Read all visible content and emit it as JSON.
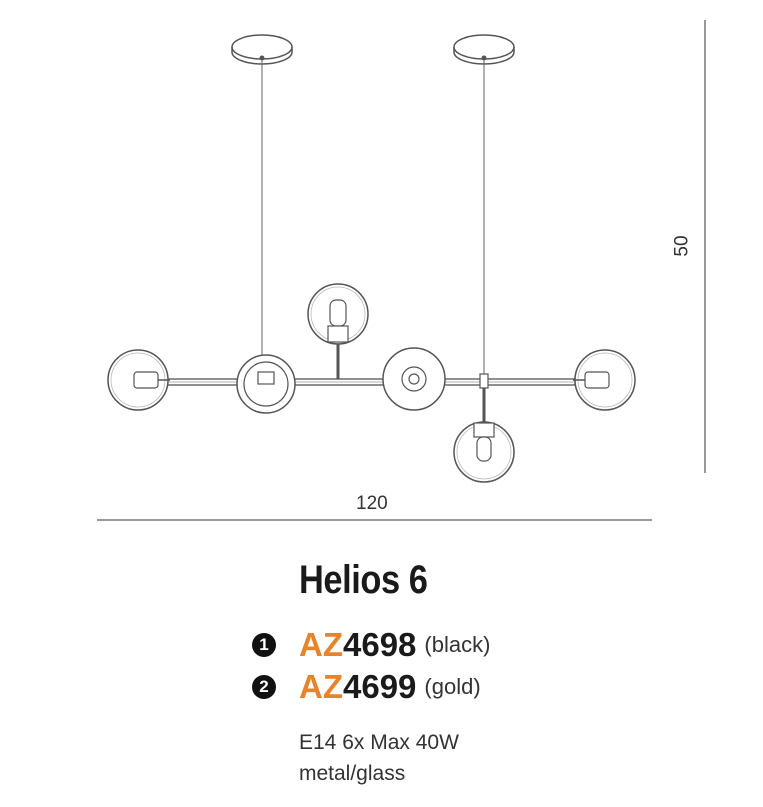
{
  "drawing": {
    "width_label": "120",
    "height_label": "50"
  },
  "product": {
    "name": "Helios 6",
    "variants": [
      {
        "number": "1",
        "code_prefix": "AZ",
        "code_number": "4698",
        "finish": "(black)"
      },
      {
        "number": "2",
        "code_prefix": "AZ",
        "code_number": "4699",
        "finish": "(gold)"
      }
    ],
    "specs": [
      "E14 6x Max 40W",
      "metal/glass"
    ]
  },
  "colors": {
    "accent": "#e8832a",
    "text": "#1a1a1a",
    "line": "#555555"
  }
}
